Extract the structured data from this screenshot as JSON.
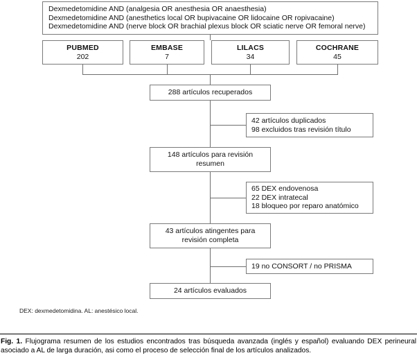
{
  "figure": {
    "query_box": {
      "lines": [
        "Dexmedetomidine AND (analgesia OR anesthesia OR anaesthesia)",
        "Dexmedetomidine AND (anesthetics local OR bupivacaine OR lidocaine OR ropivacaine)",
        "Dexmedetomidine AND (nerve block OR brachial plexus block OR sciatic nerve OR femoral nerve)"
      ]
    },
    "databases": [
      {
        "name": "PUBMED",
        "count": "202"
      },
      {
        "name": "EMBASE",
        "count": "7"
      },
      {
        "name": "LILACS",
        "count": "34"
      },
      {
        "name": "COCHRANE",
        "count": "45"
      }
    ],
    "flow": {
      "retrieved": "288 artículos recuperados",
      "abstract_line1": "148 artículos para revisión",
      "abstract_line2": "resumen",
      "fulltext_line1": "43 artículos atingentes para",
      "fulltext_line2": "revisión completa",
      "evaluated": "24 artículos evaluados"
    },
    "exclusions": {
      "first": [
        "42 artículos duplicados",
        "98 excluidos tras revisión título"
      ],
      "second": [
        "65 DEX endovenosa",
        "22 DEX intratecal",
        "18 bloqueo por reparo anatómico"
      ],
      "third": [
        "19 no CONSORT / no PRISMA"
      ]
    },
    "footnote": "DEX: dexmedetomidina. AL: anestésico local.",
    "caption": {
      "label": "Fig. 1.",
      "text": "Flujograma resumen de los estudios encontrados tras búsqueda avanzada (inglés y español) evaluando DEX perineural asociado a AL de larga duración, asi como el proceso de selección final de los artículos analizados."
    }
  }
}
